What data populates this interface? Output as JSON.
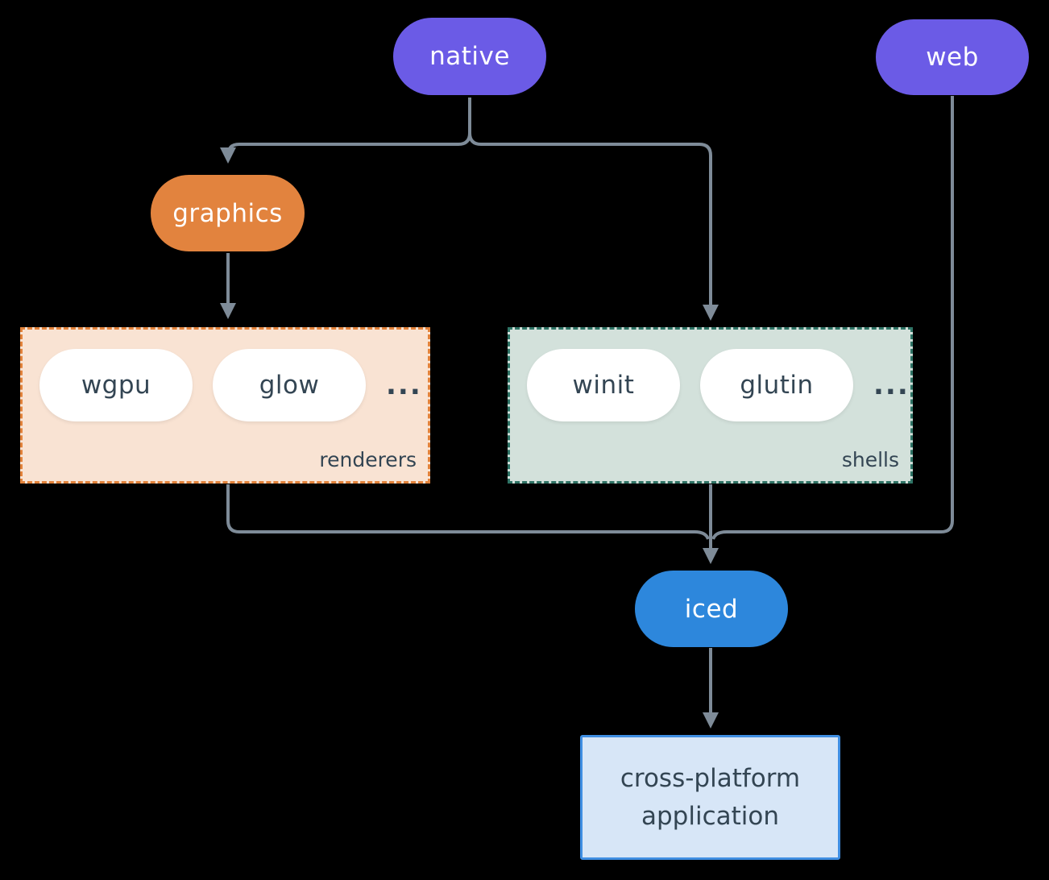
{
  "nodes": {
    "native": "native",
    "web": "web",
    "graphics": "graphics",
    "iced": "iced"
  },
  "groups": {
    "renderers": {
      "label": "renderers",
      "items": [
        "wgpu",
        "glow"
      ],
      "ellipsis": "..."
    },
    "shells": {
      "label": "shells",
      "items": [
        "winit",
        "glutin"
      ],
      "ellipsis": "..."
    }
  },
  "app_box": {
    "line1": "cross-platform",
    "line2": "application"
  },
  "colors": {
    "background": "#000000",
    "purple_pill": "#6b5be6",
    "orange_pill": "#e2833e",
    "blue_pill": "#2d87dc",
    "connector": "#7e8b98",
    "renderers_fill": "#f9e3d3",
    "renderers_border": "#e2823a",
    "shells_fill": "#d3e1db",
    "shells_border": "#2e7365",
    "app_fill": "#d7e6f7",
    "app_border": "#3f8ee2",
    "white_pill": "#ffffff",
    "dark_text": "#334553"
  }
}
